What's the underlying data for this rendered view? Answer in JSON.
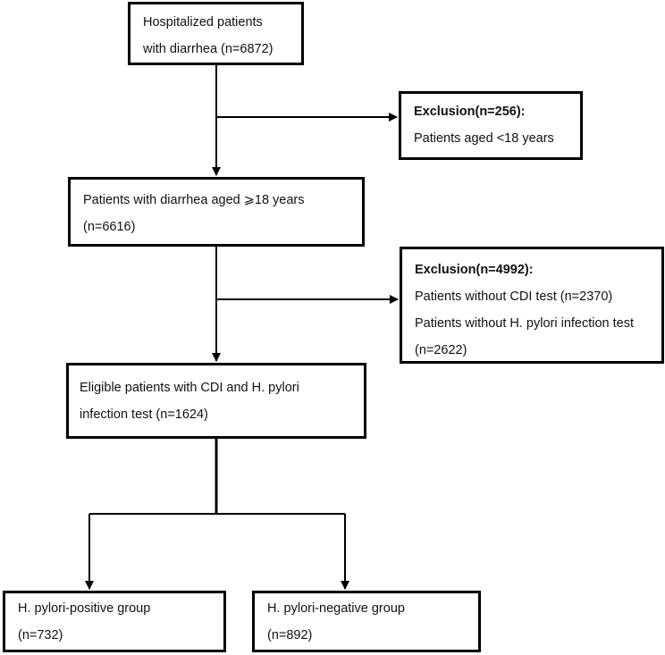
{
  "flow": {
    "start": {
      "lines": [
        "Hospitalized patients",
        "with diarrhea (n=6872)"
      ]
    },
    "exclusion1": {
      "title": "Exclusion(n=256):",
      "lines": [
        "Patients aged <18 years"
      ]
    },
    "adults": {
      "lines": [
        "Patients with diarrhea aged  ⩾18 years",
        "(n=6616)"
      ]
    },
    "exclusion2": {
      "title": "Exclusion(n=4992):",
      "lines": [
        "Patients without CDI test (n=2370)",
        "Patients without H. pylori infection test",
        "(n=2622)"
      ]
    },
    "eligible": {
      "lines": [
        "Eligible patients with CDI and H. pylori",
        "infection test (n=1624)"
      ]
    },
    "positive": {
      "lines": [
        "H. pylori-positive group",
        "(n=732)"
      ]
    },
    "negative": {
      "lines": [
        "H. pylori-negative group",
        "(n=892)"
      ]
    }
  },
  "colors": {
    "line": "#000000",
    "background": "#ffffff"
  }
}
